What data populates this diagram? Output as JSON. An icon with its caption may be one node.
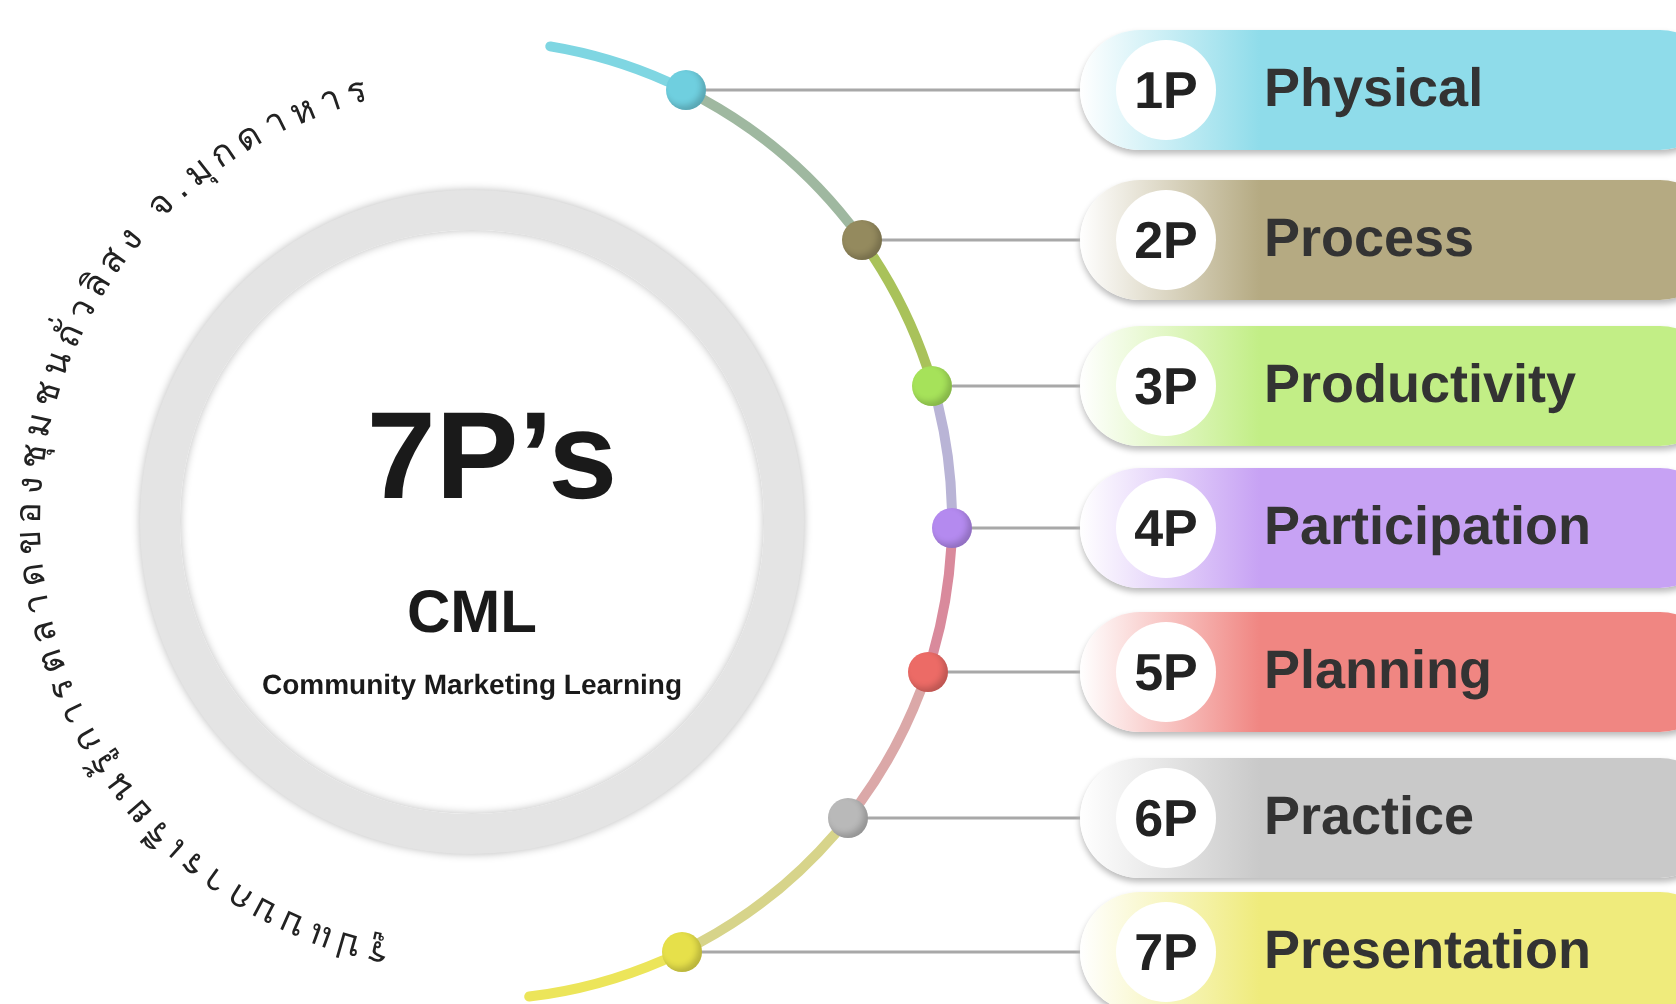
{
  "diagram": {
    "title": "รูปแบบการเรียนรู้การตลาดของชุมชนถั่วลิสง จ.มุกดาหาร",
    "nodes": [
      {
        "text": [
          "7P’s",
          "CML",
          "Community Marketing Learning"
        ]
      },
      {
        "text": [],
        "shape": "circle"
      },
      {
        "text": [
          "Physical"
        ]
      },
      {
        "text": [
          "1P"
        ],
        "in": 2
      },
      {
        "text": [],
        "shape": "circle"
      },
      {
        "text": [
          "Process"
        ]
      },
      {
        "text": [
          "2P"
        ],
        "in": 5
      },
      {
        "text": [],
        "shape": "circle"
      },
      {
        "text": [
          "Productivity"
        ]
      },
      {
        "text": [
          "3P"
        ],
        "in": 8
      },
      {
        "text": [],
        "shape": "circle"
      },
      {
        "text": [
          "Participation"
        ]
      },
      {
        "text": [
          "4P"
        ],
        "in": 11
      },
      {
        "text": [],
        "shape": "circle"
      },
      {
        "text": [
          "Planning"
        ]
      },
      {
        "text": [
          "5P"
        ],
        "in": 14
      },
      {
        "text": [],
        "shape": "circle"
      },
      {
        "text": [
          "Practice"
        ]
      },
      {
        "text": [
          "6P"
        ],
        "in": 17
      },
      {
        "text": [],
        "shape": "circle"
      },
      {
        "text": [
          "Presentation"
        ]
      },
      {
        "text": [
          "7P"
        ],
        "in": 20
      }
    ],
    "edges": [
      {
        "from": 1,
        "to": 2,
        "arrow": "none"
      },
      {
        "from": 4,
        "to": 5,
        "arrow": "none"
      },
      {
        "from": 7,
        "to": 8,
        "arrow": "none"
      },
      {
        "from": 10,
        "to": 11,
        "arrow": "none"
      },
      {
        "from": 13,
        "to": 14,
        "arrow": "none"
      },
      {
        "from": 16,
        "to": 17,
        "arrow": "none"
      },
      {
        "from": 19,
        "to": 20,
        "arrow": "none"
      },
      {
        "from": null,
        "to": 1,
        "arrow": "none",
        "color": "#7fd6e2"
      },
      {
        "from": 1,
        "to": 4,
        "arrow": "none",
        "color": "#9fb8a0"
      },
      {
        "from": 4,
        "to": 7,
        "arrow": "none",
        "color": "#a9c25a"
      },
      {
        "from": 7,
        "to": 10,
        "arrow": "none",
        "color": "#b9b4d6"
      },
      {
        "from": 10,
        "to": 13,
        "arrow": "none",
        "color": "#d98a9c"
      },
      {
        "from": 13,
        "to": 16,
        "arrow": "none",
        "color": "#dba8a8"
      },
      {
        "from": 16,
        "to": 19,
        "arrow": "none",
        "color": "#d7d48a"
      },
      {
        "from": 19,
        "to": null,
        "arrow": "none",
        "color": "#ece55a"
      }
    ]
  }
}
